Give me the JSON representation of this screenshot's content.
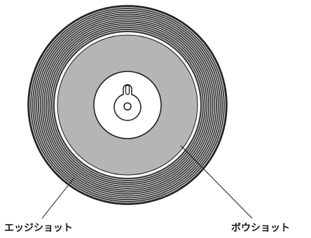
{
  "diagram": {
    "callouts": {
      "edge_shot": "エッジショット",
      "bow_shot": "ボウショット"
    },
    "rim_ridges": 13,
    "colors": {
      "rim": "#3a3a3a",
      "ridge_line": "#f2f2f2",
      "bow": "#b5b5b5",
      "hub": "#ffffff",
      "outline": "#1a1a1a"
    }
  }
}
